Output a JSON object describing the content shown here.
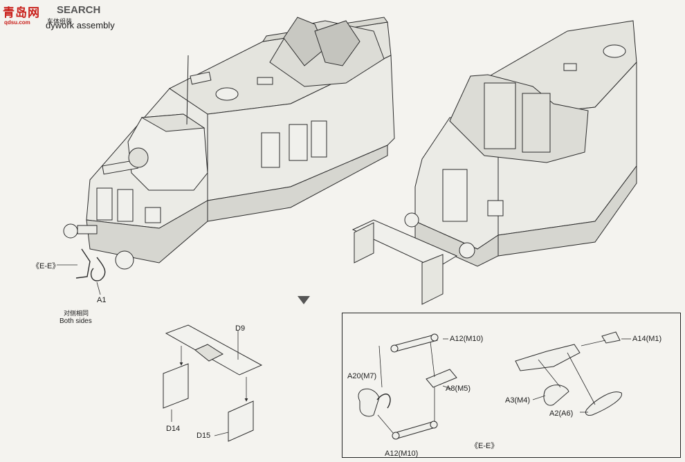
{
  "header": {
    "logo_cn": "青岛网",
    "logo_en": "SEARCH",
    "logo_url": "qdsu.com",
    "step_cn": "车体组装",
    "step_title": "dywork assembly"
  },
  "callouts": {
    "ee_left": "《E-E》",
    "a1": "A1",
    "both_sides_cn": "对侧相同",
    "both_sides_en": "Both sides",
    "d9": "D9",
    "d14": "D14",
    "d15": "D15"
  },
  "inset": {
    "title": "《E-E》",
    "a12_top": "A12(M10)",
    "a12_bottom": "A12(M10)",
    "a20": "A20(M7)",
    "a8": "A8(M5)",
    "a14": "A14(M1)",
    "a3": "A3(M4)",
    "a2": "A2(A6)"
  },
  "colors": {
    "logo_red": "#c9201b",
    "line": "#2a2a2a",
    "fill_light": "#ebebe6",
    "fill_mid": "#d6d6d0",
    "background": "#f4f3ef"
  }
}
